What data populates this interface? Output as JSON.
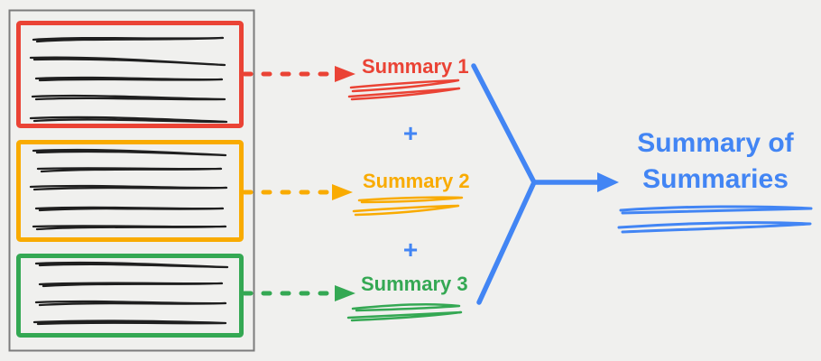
{
  "colors": {
    "background": "#f0f0ee",
    "red": "#EA4335",
    "yellow": "#F9AB00",
    "green": "#34A853",
    "blue": "#4285F4",
    "ink": "#1f1f1f",
    "document_border": "#7c7c7c"
  },
  "document": {
    "sections": [
      {
        "id": "section-1",
        "accent": "red",
        "text_lines": 5
      },
      {
        "id": "section-2",
        "accent": "yellow",
        "text_lines": 5
      },
      {
        "id": "section-3",
        "accent": "green",
        "text_lines": 4
      }
    ]
  },
  "summaries": [
    {
      "label": "Summary 1",
      "accent": "red"
    },
    {
      "label": "Summary 2",
      "accent": "yellow"
    },
    {
      "label": "Summary 3",
      "accent": "green"
    }
  ],
  "plus": "+",
  "result": {
    "label": "Summary of Summaries",
    "label_lines": [
      "Summary of",
      "Summaries"
    ],
    "accent": "blue"
  }
}
